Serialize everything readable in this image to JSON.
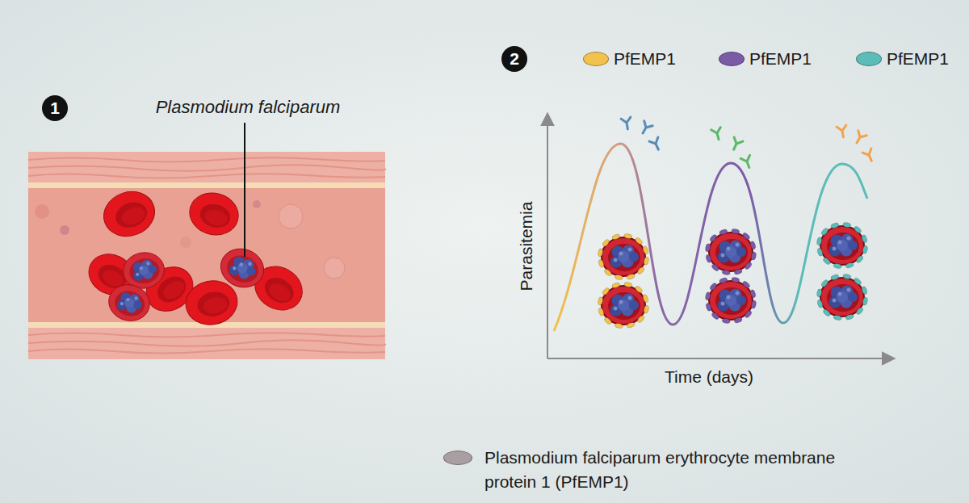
{
  "diagram": {
    "labels": [
      "1",
      "Plasmodium falciparum",
      "2",
      "Parasitemia",
      "Time (days)"
    ],
    "legend": [
      {
        "text": "PfEMP1",
        "color": "#f2c14e"
      },
      {
        "text": "PfEMP1",
        "color": "#7b5aa6"
      },
      {
        "text": "PfEMP1",
        "color": "#5cbcb8"
      },
      {
        "text": "Plasmodium falciparum erythrocyte membrane protein 1 (PfEMP1)",
        "color": "#a99fa3"
      }
    ]
  }
}
